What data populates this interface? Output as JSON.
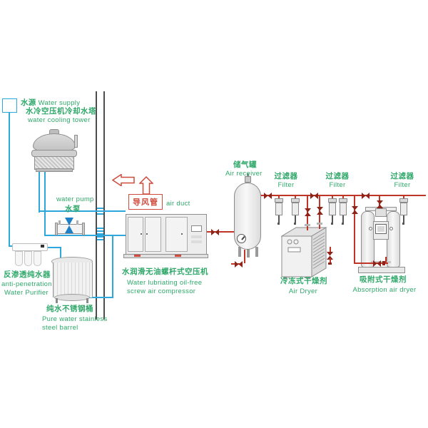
{
  "colors": {
    "label_green": "#2fa86a",
    "pipe_blue": "#2ea7dc",
    "pipe_red": "#c13527",
    "valve_dark_red": "#8e2318",
    "accent_red": "#cf4b3e",
    "wall_gray": "#4d4d4d",
    "device_gray": "#ececec"
  },
  "labels": {
    "water_supply_zh": "水源",
    "water_supply_en": "Water supply",
    "cooling_tower_zh": "水冷空压机冷却水塔",
    "cooling_tower_en": "water cooling tower",
    "water_pump_en": "water pump",
    "water_pump_zh": "水泵",
    "purifier_zh": "反渗透纯水器",
    "purifier_en_line1": "anti-penetration",
    "purifier_en_line2": "Water Purifier",
    "barrel_zh": "纯水不锈钢桶",
    "barrel_en_line1": "Pure water stainless",
    "barrel_en_line2": "steel barrel",
    "air_duct_zh": "导风管",
    "air_duct_en": "air duct",
    "compressor_zh": "水润滑无油螺杆式空压机",
    "compressor_en_line1": "Water lubriating oil-free",
    "compressor_en_line2": "screw air compressor",
    "air_receiver_zh": "储气罐",
    "air_receiver_en": "Air receiver",
    "filter_zh": "过滤器",
    "filter_en": "Filter",
    "freeze_dryer_zh": "冷冻式干燥剂",
    "freeze_dryer_en": "Air Dryer",
    "absorption_dryer_zh": "吸附式干燥剂",
    "absorption_dryer_en": "Absorption air dryer"
  }
}
